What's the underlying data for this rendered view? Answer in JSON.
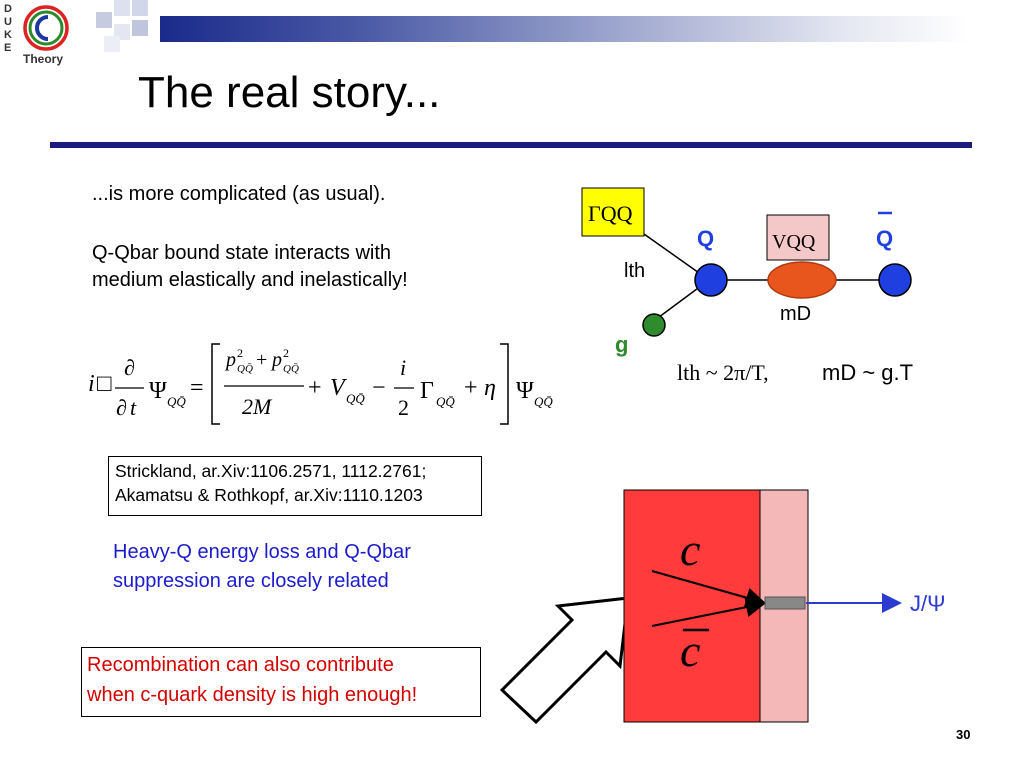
{
  "logo": {
    "letters": [
      "D",
      "U",
      "K",
      "E"
    ],
    "name": "Theory"
  },
  "slide_title": "The real story...",
  "intro": "...is more complicated (as usual).",
  "bound_state_lines": [
    "Q-Qbar bound state interacts with",
    "medium elastically and inelastically!"
  ],
  "equation": {
    "i": "i",
    "box": "□",
    "partial": "∂",
    "t_var": "t",
    "psi": "Ψ",
    "sub_qq": "QQ̄",
    "equals": "=",
    "p_sym": "p",
    "sq": "2",
    "plus": "+",
    "mass": "2M",
    "potential": "V",
    "minus": "−",
    "two": "2",
    "gamma": "Γ",
    "eta": "η"
  },
  "reference_lines": [
    "Strickland, ar.Xiv:1106.2571, 1112.2761;",
    "Akamatsu & Rothkopf, ar.Xiv:1110.1203"
  ],
  "heavy_q_lines": [
    "Heavy-Q energy loss and Q-Qbar",
    "suppression are closely related"
  ],
  "recombination_lines": [
    "Recombination can also contribute",
    "when c-quark density is high enough!"
  ],
  "diagram": {
    "gamma_label": "ΓQQ",
    "l_th": "lth",
    "q_label": "Q",
    "vqq_label": "VQQ",
    "qbar_label": "Q",
    "md_label": "mD",
    "g_label": "g",
    "lth_relation": "lth ~ 2π/T,",
    "md_relation": "mD ~ g.T"
  },
  "charm_panel": {
    "c_label": "c",
    "cbar_label": "c",
    "jpsi_label": "J/Ψ"
  },
  "page_number": "30",
  "colors": {
    "title_rule": "#1c1c7e",
    "label_box_fill": "#ffff00",
    "quark_blue": "#1f3fe0",
    "gluon_green": "#2e8b2e",
    "vqq_orange": "#e8561e",
    "medium_red": "#ff3b3b",
    "medium_pink": "#f4b8b8",
    "jpsi_blue": "#2b3bcf",
    "recombination_red": "#d40000",
    "heavy_q_blue": "#1c1ccc"
  }
}
